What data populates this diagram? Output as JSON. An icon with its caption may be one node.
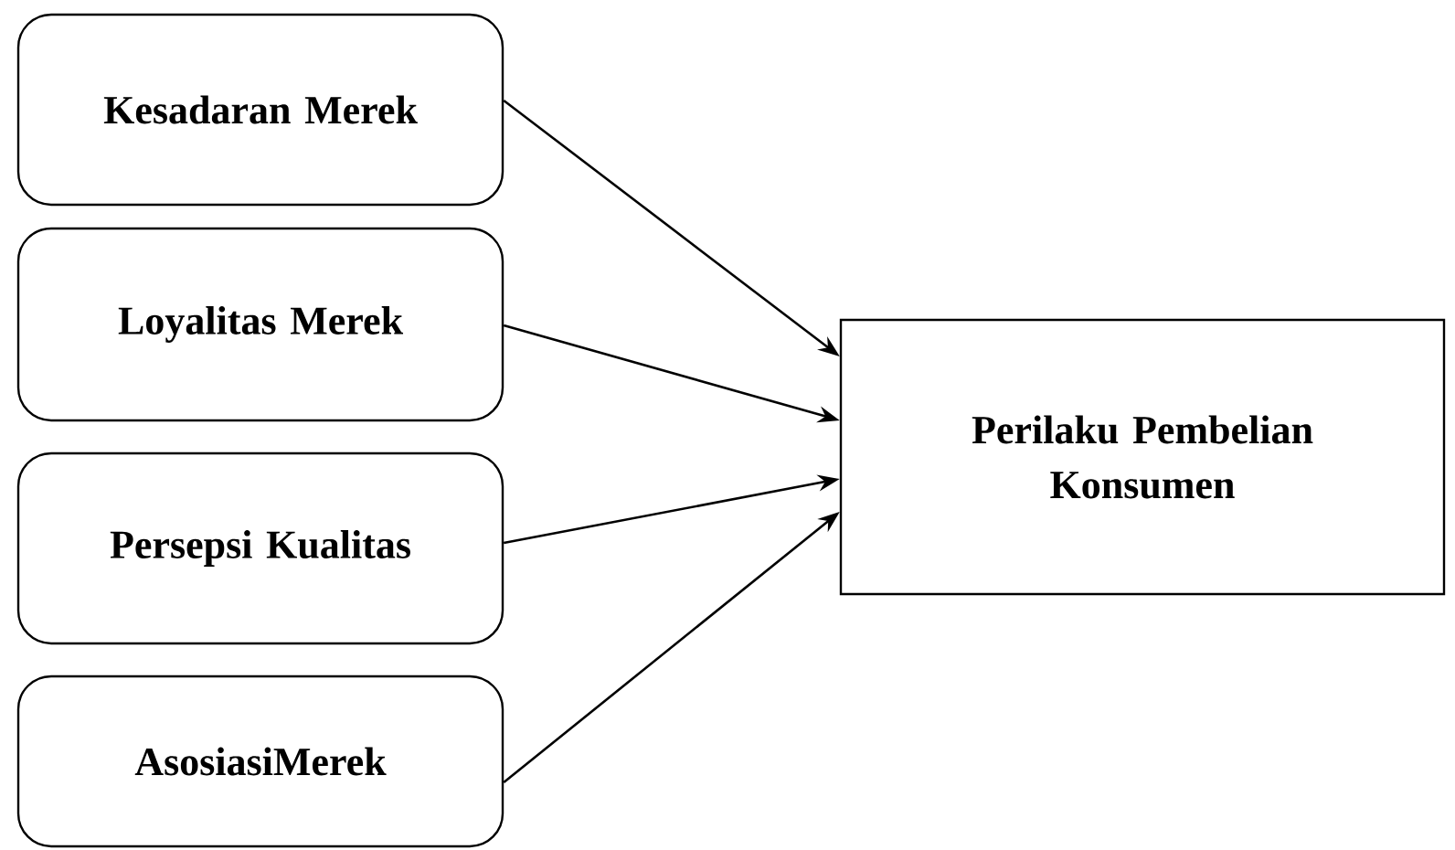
{
  "diagram": {
    "nodes": [
      {
        "text": [
          "Kesadaran Merek"
        ]
      },
      {
        "text": [
          "Loyalitas Merek"
        ]
      },
      {
        "text": [
          "Persepsi Kualitas"
        ]
      },
      {
        "text": [
          "AsosiasiMerek"
        ]
      },
      {
        "text": [
          "Perilaku Pembelian Konsumen"
        ]
      }
    ],
    "edges": [
      {
        "from": 0,
        "to": 4,
        "arrow": "to"
      },
      {
        "from": 1,
        "to": 4,
        "arrow": "to"
      },
      {
        "from": 2,
        "to": 4,
        "arrow": "to"
      },
      {
        "from": 3,
        "to": 4,
        "arrow": "to"
      }
    ]
  }
}
